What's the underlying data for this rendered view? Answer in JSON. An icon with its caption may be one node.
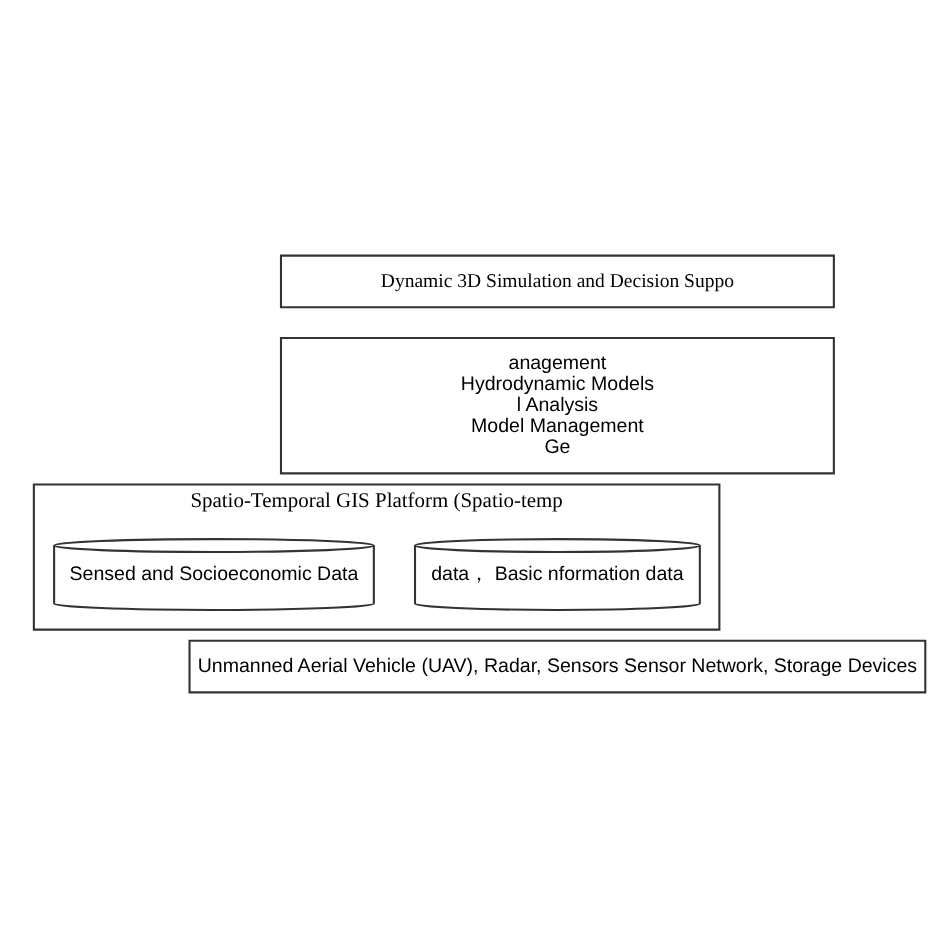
{
  "diagram": {
    "nodes": [
      {
        "text": [
          "Dynamic 3D Simulation and Decision Suppo"
        ]
      },
      {
        "text": [
          "anagement",
          "Hydrodynamic Models",
          "l Analysis",
          "Model Management",
          "Ge"
        ]
      },
      {
        "text": [
          "Spatio-Temporal GIS Platform (Spatio-temp"
        ]
      },
      {
        "text": [
          "data， Basic nformation data"
        ],
        "in": 2
      },
      {
        "text": [
          "Sensed and Socioeconomic Data"
        ],
        "in": 2
      },
      {
        "text": [
          "Unmanned Aerial Vehicle (UAV), Radar, Sensors Sensor Network, Storage Devices"
        ]
      }
    ],
    "edges": []
  }
}
